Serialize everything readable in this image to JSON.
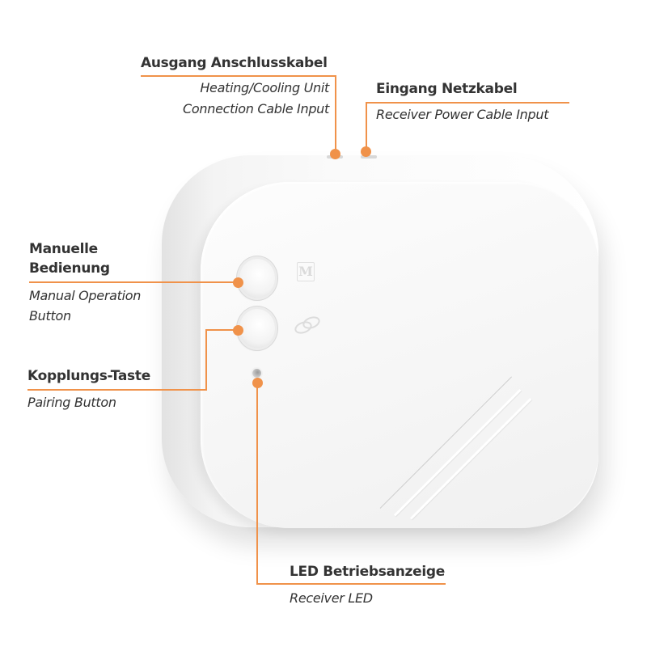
{
  "callouts": {
    "connection_cable": {
      "title": "Ausgang Anschlusskabel",
      "subtitle_line1": "Heating/Cooling Unit",
      "subtitle_line2": "Connection Cable Input"
    },
    "power_cable": {
      "title": "Eingang Netzkabel",
      "subtitle": "Receiver Power Cable Input"
    },
    "manual_button": {
      "title_line1": "Manuelle",
      "title_line2": "Bedienung",
      "subtitle_line1": "Manual Operation",
      "subtitle_line2": "Button"
    },
    "pairing_button": {
      "title": "Kopplungs-Taste",
      "subtitle": "Pairing Button"
    },
    "led": {
      "title": "LED Betriebsanzeige",
      "subtitle": "Receiver LED"
    }
  },
  "device": {
    "manual_mark": "M",
    "pairing_mark": "link-icon"
  },
  "colors": {
    "accent": "#f0924a",
    "text": "#333333",
    "background": "#ffffff"
  }
}
